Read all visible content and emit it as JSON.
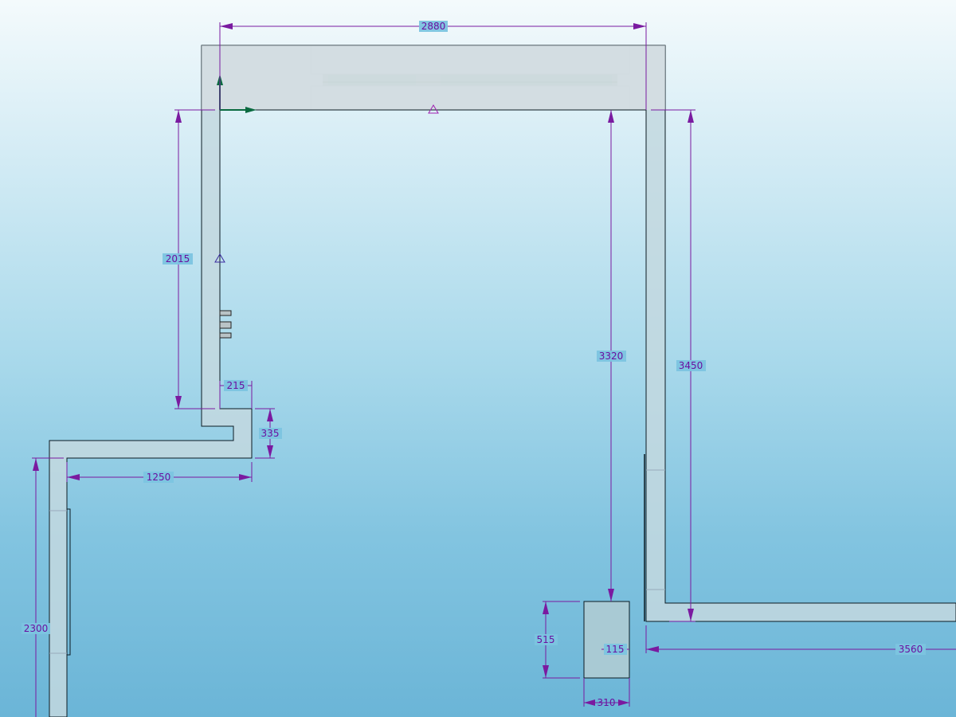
{
  "drawing": {
    "dimensions": {
      "top_width": "2880",
      "left_height": "2015",
      "step_width": "215",
      "step_height": "335",
      "offset_width": "1250",
      "lower_left_height": "2300",
      "right_inner_height": "3320",
      "right_outer_height": "3450",
      "box_height": "515",
      "box_offset": "115",
      "box_width": "310",
      "bottom_right_width": "3560"
    },
    "colors": {
      "dimension": "#7a1aa0",
      "label_background": "#7cc4e0",
      "axis": "#0a6a40"
    }
  }
}
